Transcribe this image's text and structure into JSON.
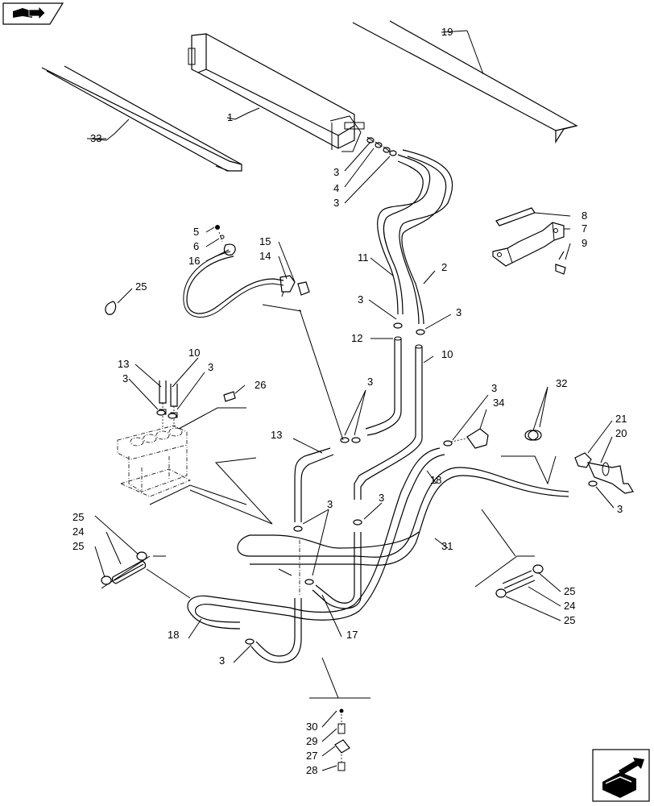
{
  "callouts": {
    "c1": "1",
    "c2": "2",
    "c3": "3",
    "c4": "4",
    "c5": "5",
    "c6": "6",
    "c7": "7",
    "c8": "8",
    "c9": "9",
    "c10": "10",
    "c11": "11",
    "c12": "12",
    "c13": "13",
    "c14": "14",
    "c15": "15",
    "c16": "16",
    "c17": "17",
    "c18": "18",
    "c19": "19",
    "c20": "20",
    "c21": "21",
    "c24": "24",
    "c25": "25",
    "c26": "26",
    "c27": "27",
    "c28": "28",
    "c29": "29",
    "c30": "30",
    "c31": "31",
    "c32": "32",
    "c33": "33",
    "c34": "34"
  },
  "icons": {
    "top_left": "book-arrow-icon",
    "bottom_right": "next-page-arrow-icon"
  }
}
